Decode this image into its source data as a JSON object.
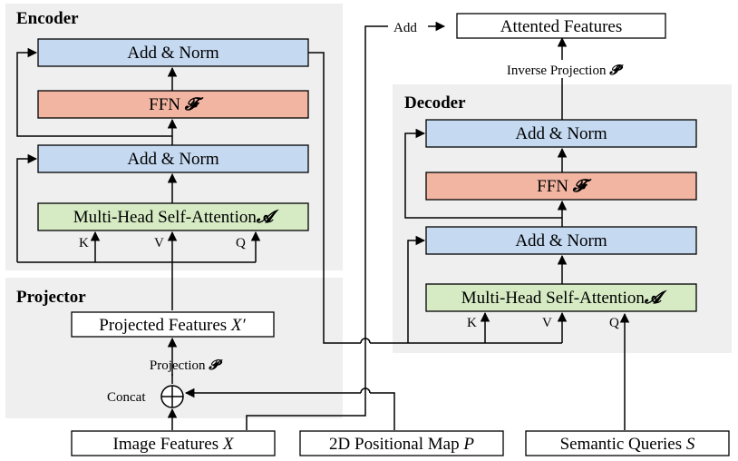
{
  "colors": {
    "panel": "#efefef",
    "blue_box": "#c5d9f1",
    "red_box": "#f2b5a2",
    "green_box": "#d6ebc4",
    "white_box": "#ffffff"
  },
  "encoder": {
    "title": "Encoder",
    "add_norm_top": "Add & Norm",
    "ffn": "FFN",
    "ffn_symbol": "𝓕",
    "add_norm_bottom": "Add & Norm",
    "mhsa": "Multi-Head Self-Attention",
    "mhsa_symbol": "𝓐",
    "k": "K",
    "v": "V",
    "q": "Q"
  },
  "projector": {
    "title": "Projector",
    "projected_features": "Projected Features",
    "projected_features_symbol": "X′",
    "projection": "Projection",
    "projection_symbol": "𝓟",
    "concat": "Concat"
  },
  "decoder": {
    "title": "Decoder",
    "add_norm_top": "Add & Norm",
    "ffn": "FFN",
    "ffn_symbol": "𝓕",
    "add_norm_bottom": "Add & Norm",
    "mhsa": "Multi-Head Self-Attention",
    "mhsa_symbol": "𝓐",
    "k": "K",
    "v": "V",
    "q": "Q"
  },
  "top": {
    "add": "Add",
    "attended_features": "Attented Features",
    "inverse_projection": "Inverse Projection",
    "inverse_projection_symbol": "𝓟̂"
  },
  "inputs": {
    "image_features": "Image Features",
    "image_features_symbol": "X",
    "positional_map": "2D Positional Map",
    "positional_map_symbol": "P",
    "semantic_queries": "Semantic Queries",
    "semantic_queries_symbol": "S"
  }
}
